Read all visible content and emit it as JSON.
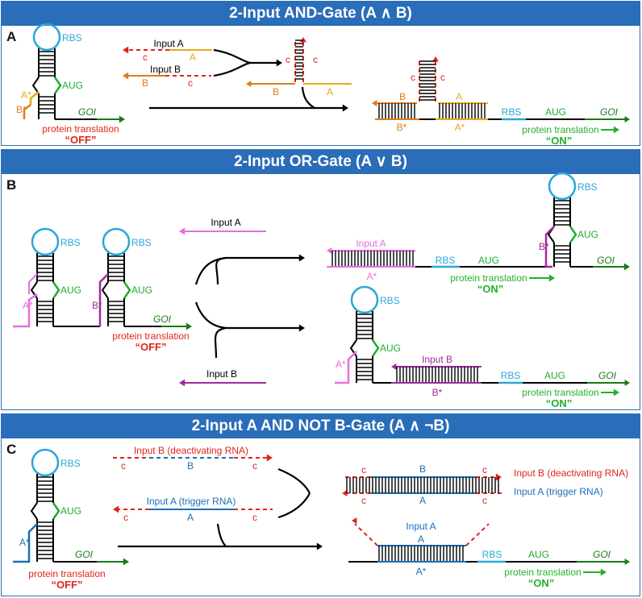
{
  "panels": {
    "a": {
      "letter": "A",
      "title": "2-Input AND-Gate (A ∧ B)"
    },
    "b": {
      "letter": "B",
      "title": "2-Input OR-Gate (A ∨ B)"
    },
    "c": {
      "letter": "C",
      "title": "2-Input A AND NOT B-Gate (A ∧ ¬B)"
    }
  },
  "labels": {
    "rbs": "RBS",
    "aug": "AUG",
    "goi": "GOI",
    "protein_translation": "protein translation",
    "off": "“OFF”",
    "on": "“ON”",
    "input_a": "Input A",
    "input_b": "Input B",
    "a": "A",
    "b": "B",
    "a_star": "A*",
    "b_star": "B*",
    "c": "c",
    "input_b_deact": "Input B (deactivating RNA)",
    "input_a_trigger": "Input A (trigger RNA)"
  },
  "colors": {
    "banner": "#2a6db8",
    "rbs": "#2aa7d8",
    "aug": "#1fae2e",
    "goi": "#1a7a1a",
    "off": "#e0241b",
    "on": "#22b02a",
    "input_a_and": "#e8a81c",
    "input_b_and": "#e07b1c",
    "c_domain": "#e0241b",
    "input_a_or": "#e86ee0",
    "input_b_or": "#a02aa0",
    "input_a_not": "#1c6fb8",
    "input_b_not": "#1c6fb8"
  }
}
